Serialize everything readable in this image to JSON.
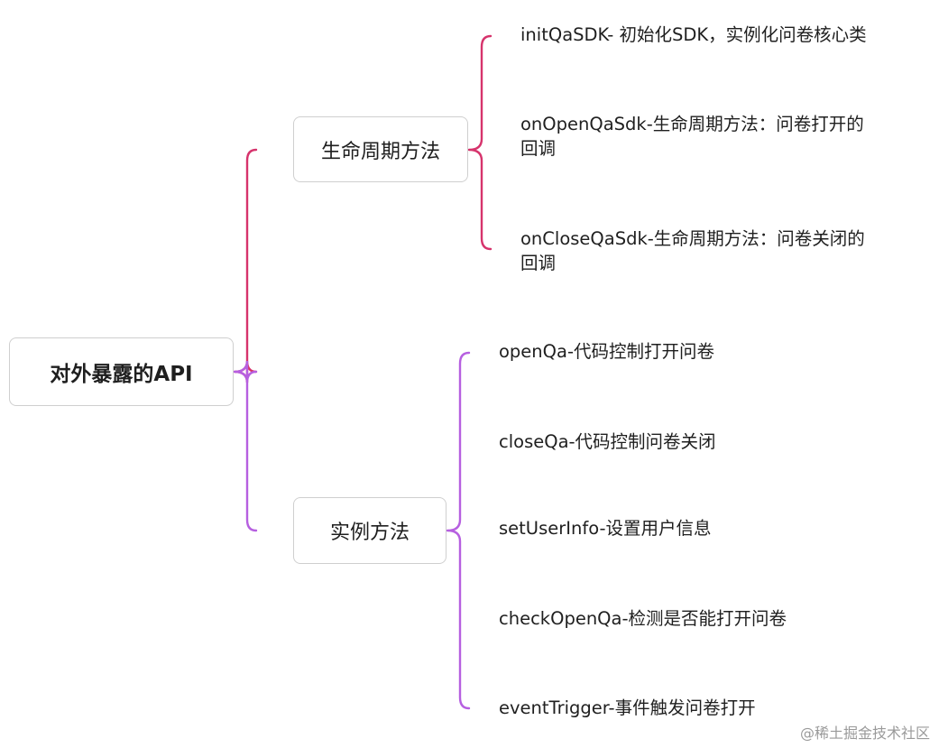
{
  "root": {
    "label": "对外暴露的API"
  },
  "branches": [
    {
      "label": "生命周期方法",
      "color": "#d6336c",
      "leaves": [
        {
          "line1": "initQaSDK- 初始化SDK，实例化问卷核心类",
          "line2": ""
        },
        {
          "line1": "onOpenQaSdk-生命周期方法：问卷打开的",
          "line2": "回调"
        },
        {
          "line1": "onCloseQaSdk-生命周期方法：问卷关闭的",
          "line2": "回调"
        }
      ]
    },
    {
      "label": "实例方法",
      "color": "#b65fe0",
      "leaves": [
        {
          "line1": "openQa-代码控制打开问卷",
          "line2": ""
        },
        {
          "line1": "closeQa-代码控制问卷关闭",
          "line2": ""
        },
        {
          "line1": "setUserInfo-设置用户信息",
          "line2": ""
        },
        {
          "line1": "checkOpenQa-检测是否能打开问卷",
          "line2": ""
        },
        {
          "line1": "eventTrigger-事件触发问卷打开",
          "line2": ""
        }
      ]
    }
  ],
  "watermark": "@稀土掘金技术社区"
}
